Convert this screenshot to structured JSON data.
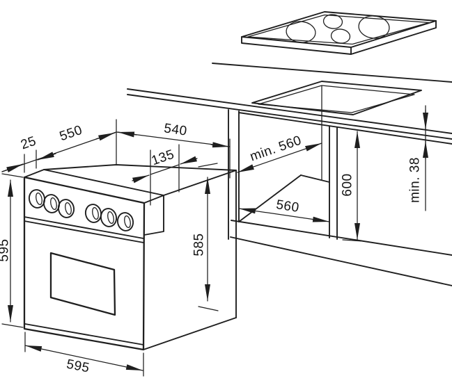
{
  "diagram": {
    "background": "#ffffff",
    "line_color": "#1f1f1f",
    "labels": {
      "oven_front_lip": "25",
      "oven_depth": "550",
      "oven_top_width": "540",
      "oven_top_step": "135",
      "niche_depth_min": "min. 560",
      "niche_width": "560",
      "niche_height": "600",
      "worktop_thickness_min": "min. 38",
      "oven_front_height": "595",
      "oven_rear_height": "585",
      "oven_width": "595"
    }
  }
}
